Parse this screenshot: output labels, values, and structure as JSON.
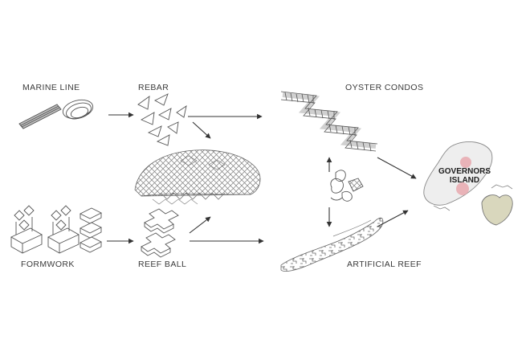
{
  "labels": {
    "marine_line": "MARINE LINE",
    "rebar": "REBAR",
    "oyster_condos": "OYSTER CONDOS",
    "formwork": "FORMWORK",
    "reef_ball": "REEF BALL",
    "artificial_reef": "ARTIFICIAL REEF",
    "governors_line1": "GOVERNORS",
    "governors_line2": "ISLAND"
  },
  "colors": {
    "line": "#333333",
    "sketch": "#555555",
    "mesh": "#8a8a8a",
    "island_fill": "#eeeeee",
    "island_marker": "#e7a8ae",
    "liberty_fill": "#d9d7bd"
  }
}
